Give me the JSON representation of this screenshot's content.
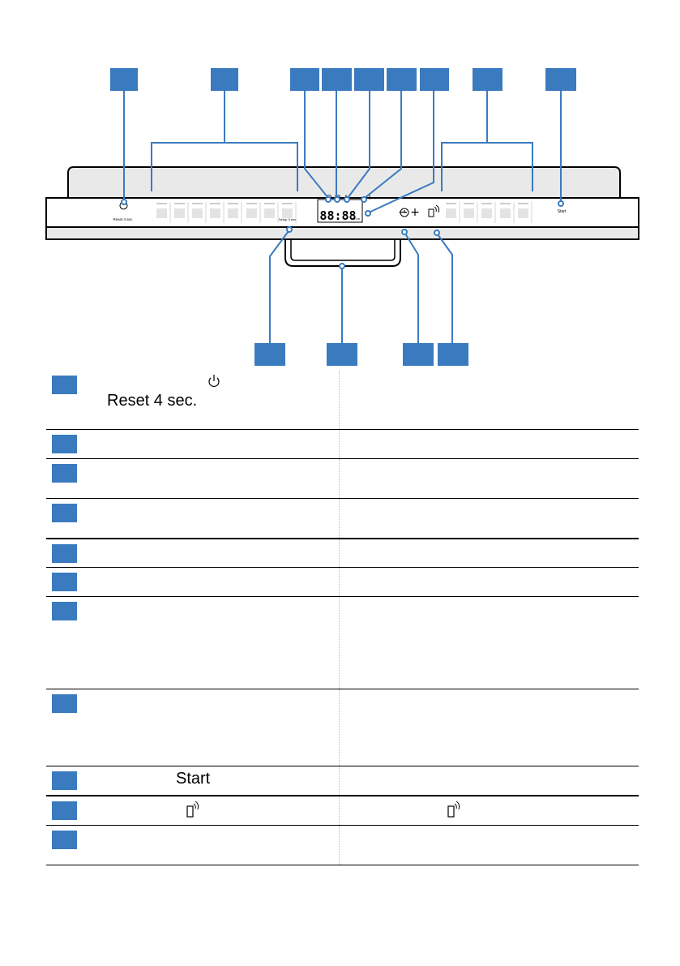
{
  "panel": {
    "reset_label": "Reset 4 sec.",
    "setup_label": "Setup 3 sec.",
    "display_digits": "88:88",
    "display_unit": "h:m",
    "start_label": "Start",
    "timer_minus": "−",
    "timer_plus": "+"
  },
  "table": {
    "rows": [
      {
        "col1": "Reset 4 sec.",
        "col1_icon": "power-icon"
      },
      {
        "col1": ""
      },
      {
        "col1": ""
      },
      {
        "col1": ""
      },
      {
        "col1": ""
      },
      {
        "col1": ""
      },
      {
        "col1": ""
      },
      {
        "col1": ""
      },
      {
        "col1": "Start"
      },
      {
        "col1": "",
        "col1_icon": "remote-start-icon",
        "col2_icon": "remote-start-icon"
      },
      {
        "col1": ""
      }
    ]
  },
  "colors": {
    "badge": "#3a7bbf",
    "panel": "#e9e9e9",
    "button": "#e3e3e3"
  }
}
